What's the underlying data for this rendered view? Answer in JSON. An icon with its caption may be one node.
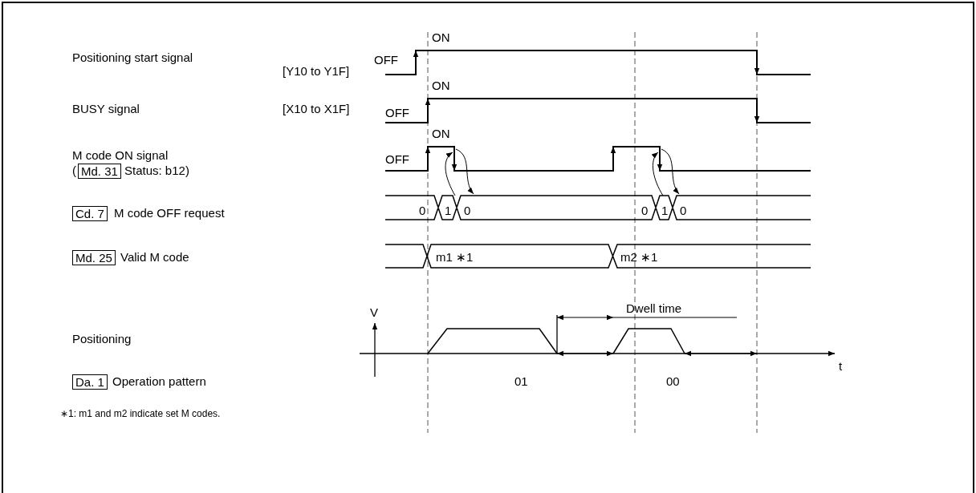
{
  "diagram": {
    "nodes": [
      {
        "text": [
          "Md. 31"
        ]
      },
      {
        "text": [
          "Cd. 7"
        ]
      },
      {
        "text": [
          "Md. 25"
        ]
      },
      {
        "text": [
          "Da. 1"
        ]
      }
    ],
    "labels": [
      "ON",
      "Positioning start signal",
      "[Y10 to Y1F]",
      "OFF",
      "ON",
      "BUSY signal",
      "[X10 to X1F]",
      "OFF",
      "ON",
      "M code ON signal",
      "(",
      "Status: b12)",
      "OFF",
      "M code OFF request",
      "0",
      "1",
      "0",
      "0",
      "1",
      "0",
      "Valid M code",
      "m1 ∗1",
      "m2 ∗1",
      "V",
      "Dwell time",
      "Positioning",
      "t",
      "Operation pattern",
      "01",
      "00",
      "∗1: m1 and m2 indicate set M codes."
    ]
  }
}
